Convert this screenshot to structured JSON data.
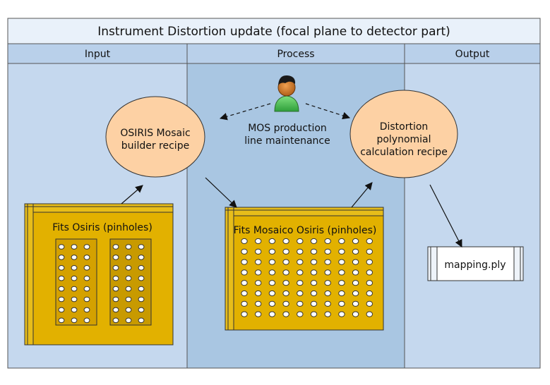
{
  "diagram": {
    "title": "Instrument Distortion update (focal plane to detector part)",
    "lanes": {
      "input": "Input",
      "process": "Process",
      "output": "Output"
    },
    "actor": {
      "label_line1": "MOS production",
      "label_line2": "line maintenance",
      "icon": "person-icon"
    },
    "recipes": {
      "mosaic_builder": {
        "line1": "OSIRIS Mosaic",
        "line2": "builder recipe"
      },
      "distortion": {
        "line1": "Distortion",
        "line2": "polynomial",
        "line3": "calculation recipe"
      }
    },
    "artifacts": {
      "fits_osiris": "Fits Osiris (pinholes)",
      "fits_mosaico": "Fits Mosaico Osiris (pinholes)",
      "mapping": "mapping.ply"
    },
    "colors": {
      "lane_light": "#c5d8ee",
      "lane_dark": "#a9c6e2",
      "header_bg": "#b9d0ea",
      "recipe_fill": "#fdd1a4",
      "artifact_fill": "#e2b100",
      "artifact_dark": "#c89a00"
    }
  }
}
